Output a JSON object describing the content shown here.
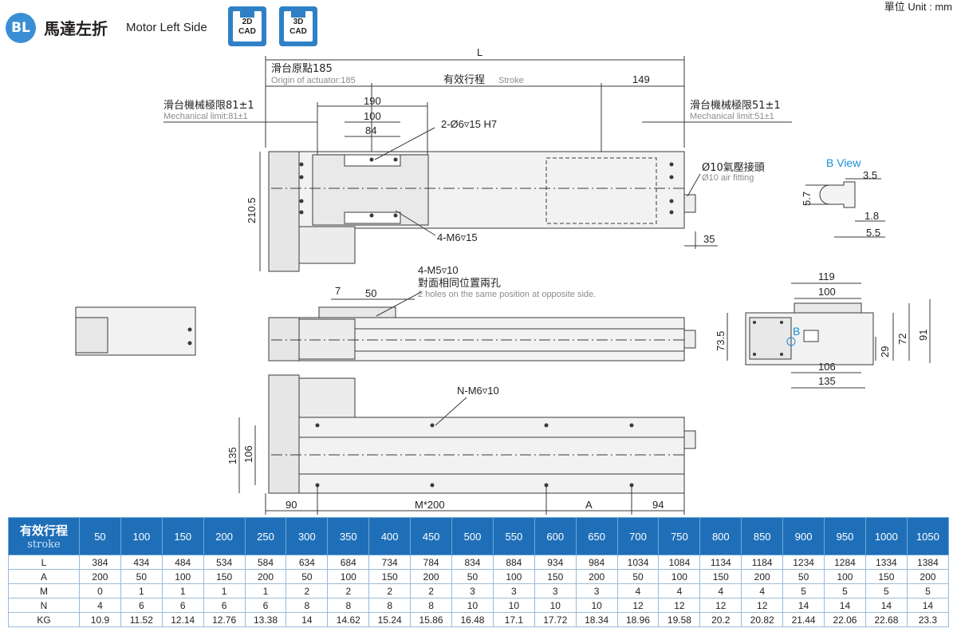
{
  "header": {
    "badge": "BL",
    "title_zh": "馬達左折",
    "title_en": "Motor Left Side",
    "cad_2d": "2D\nCAD",
    "cad_2d_top": "2D",
    "cad_2d_bottom": "CAD",
    "cad_3d_top": "3D",
    "cad_3d_bottom": "CAD",
    "unit": "單位 Unit : mm",
    "accent_color": "#2f80c6"
  },
  "drawing": {
    "L": "L",
    "origin_zh": "滑台原點185",
    "origin_en": "Origin of actuator:185",
    "stroke_zh": "有效行程",
    "stroke_en": "Stroke",
    "d149": "149",
    "mech_left_zh": "滑台機械極限81±1",
    "mech_left_en": "Mechanical limit:81±1",
    "mech_right_zh": "滑台機械極限51±1",
    "mech_right_en": "Mechanical limit:51±1",
    "d190": "190",
    "d100": "100",
    "d84": "84",
    "hole_2": "2-Ø6▿15 H7",
    "air_zh": "Ø10氣壓接頭",
    "air_en": "Ø10 air fitting",
    "d2105": "210.5",
    "m6_4": "4-M6▿15",
    "d35": "35",
    "bview": "B View",
    "d35b": "3.5",
    "d57": "5.7",
    "d18": "1.8",
    "d55": "5.5",
    "m5": "4-M5▿10",
    "m5_zh": "對面相同位置兩孔",
    "m5_en": "2 holes on the same position at opposite side.",
    "d7": "7",
    "d50": "50",
    "d119": "119",
    "d100b": "100",
    "d735": "73.5",
    "d72": "72",
    "d91": "91",
    "d29": "29",
    "d106b": "106",
    "d135b": "135",
    "b_mark": "B",
    "nm6": "N-M6▿10",
    "d135": "135",
    "d106": "106",
    "d90": "90",
    "m200": "M*200",
    "A": "A",
    "d94": "94"
  },
  "table": {
    "header_zh": "有效行程",
    "header_en": "stroke",
    "strokes": [
      "50",
      "100",
      "150",
      "200",
      "250",
      "300",
      "350",
      "400",
      "450",
      "500",
      "550",
      "600",
      "650",
      "700",
      "750",
      "800",
      "850",
      "900",
      "950",
      "1000",
      "1050"
    ],
    "rows": [
      {
        "label": "L",
        "values": [
          "384",
          "434",
          "484",
          "534",
          "584",
          "634",
          "684",
          "734",
          "784",
          "834",
          "884",
          "934",
          "984",
          "1034",
          "1084",
          "1134",
          "1184",
          "1234",
          "1284",
          "1334",
          "1384"
        ]
      },
      {
        "label": "A",
        "values": [
          "200",
          "50",
          "100",
          "150",
          "200",
          "50",
          "100",
          "150",
          "200",
          "50",
          "100",
          "150",
          "200",
          "50",
          "100",
          "150",
          "200",
          "50",
          "100",
          "150",
          "200"
        ]
      },
      {
        "label": "M",
        "values": [
          "0",
          "1",
          "1",
          "1",
          "1",
          "2",
          "2",
          "2",
          "2",
          "3",
          "3",
          "3",
          "3",
          "4",
          "4",
          "4",
          "4",
          "5",
          "5",
          "5",
          "5"
        ]
      },
      {
        "label": "N",
        "values": [
          "4",
          "6",
          "6",
          "6",
          "6",
          "8",
          "8",
          "8",
          "8",
          "10",
          "10",
          "10",
          "10",
          "12",
          "12",
          "12",
          "12",
          "14",
          "14",
          "14",
          "14"
        ]
      },
      {
        "label": "KG",
        "values": [
          "10.9",
          "11.52",
          "12.14",
          "12.76",
          "13.38",
          "14",
          "14.62",
          "15.24",
          "15.86",
          "16.48",
          "17.1",
          "17.72",
          "18.34",
          "18.96",
          "19.58",
          "20.2",
          "20.82",
          "21.44",
          "22.06",
          "22.68",
          "23.3"
        ]
      }
    ]
  }
}
